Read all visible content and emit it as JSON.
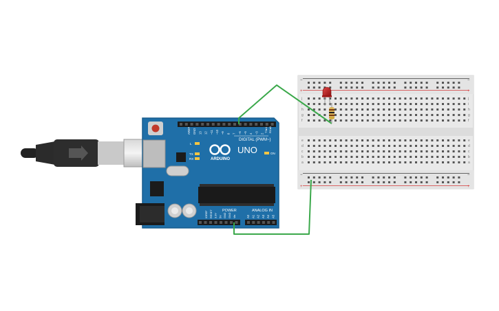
{
  "board": {
    "name": "UNO",
    "brand": "ARDUINO",
    "digital_header": "DIGITAL (PWM~)",
    "power_label": "POWER",
    "analog_label": "ANALOG IN",
    "on_label": "ON",
    "tx_label": "TX",
    "rx_label": "RX",
    "l_label": "L",
    "tx_pin_label": "TX▸1",
    "rx_pin_label": "RX◂0",
    "digital_pins": [
      "AREF",
      "GND",
      "13",
      "12",
      "~11",
      "~10",
      "~9",
      "8",
      "7",
      "~6",
      "~5",
      "4",
      "~3",
      "2"
    ],
    "power_pins": [
      "IOREF",
      "RESET",
      "3.3V",
      "5V",
      "GND",
      "GND",
      "Vin"
    ],
    "analog_pins": [
      "A0",
      "A1",
      "A2",
      "A3",
      "A4",
      "A5"
    ]
  },
  "breadboard": {
    "row_letters_top": [
      "j",
      "i",
      "h",
      "g",
      "f"
    ],
    "row_letters_bottom": [
      "e",
      "d",
      "c",
      "b",
      "a"
    ],
    "plus_label": "+",
    "minus_label": "−"
  },
  "colors": {
    "board": "#1f6fa8",
    "board_edge": "#185d8d",
    "wire": "#3aa84a",
    "rail_red": "#d43a3a",
    "rail_black": "#3a3a3a",
    "led": "#b71c1c",
    "breadboard": "#e9e9e9"
  }
}
